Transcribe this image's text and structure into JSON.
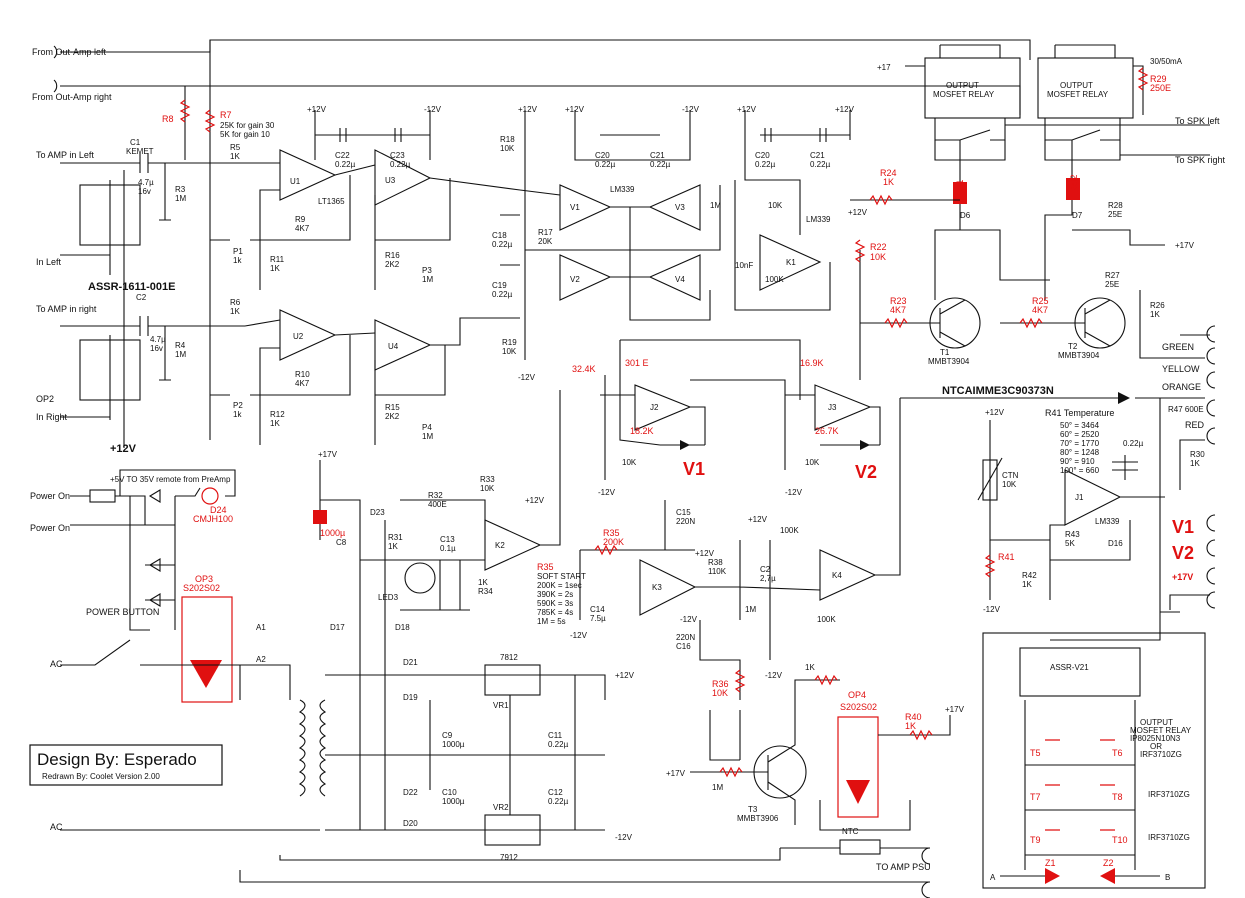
{
  "inputs": {
    "out_amp_left": "From Out-Amp left",
    "out_amp_right": "From Out-Amp right",
    "to_amp_in_left": "To AMP in Left",
    "to_amp_in_right": "To AMP in right",
    "in_left": "In Left",
    "in_right": "In Right",
    "op2": "OP2",
    "ac_top": "AC",
    "ac_bottom": "AC",
    "power_on_1": "Power On",
    "power_on_2": "Power On",
    "remote": "+5V TO 35V  remote from PreAmp",
    "power_button": "POWER BUTTON"
  },
  "outputs": {
    "spk_left": "To SPK left",
    "spk_right": "To SPK right",
    "green": "GREEN",
    "yellow": "YELLOW",
    "orange": "ORANGE",
    "red": "RED",
    "to_amp_psu": "TO AMP PSU",
    "v1": "V1",
    "v2": "V2",
    "p17": "+17V"
  },
  "labels": {
    "assr_top": "ASSR-1611-001E",
    "kemet": "KEMET",
    "plus12": "+12V",
    "minus12": "-12V",
    "plus17": "+17V",
    "relay1": "OUTPUT\nMOSFET RELAY",
    "relay2": "OUTPUT\nMOSFET RELAY",
    "relay_current": "30/50mA",
    "ntc_sensor": "NTCAIMME3C90373N",
    "r41_temp_title": "R41 Temperature",
    "r41_temp": [
      "50° = 3464",
      "60° = 2520",
      "70° = 1770",
      "80° = 1248",
      "90° = 910",
      "100° = 660"
    ],
    "soft_start_title": "SOFT START",
    "soft_start": [
      "200K = 1sec",
      "390K = 2s",
      "590K = 3s",
      "785K = 4s",
      "1M = 5s"
    ],
    "r7_note_1": "25K for gain 30",
    "r7_note_2": "5K for gain 10",
    "v1_big": "V1",
    "v2_big": "V2",
    "v1_side": "V1",
    "v2_side": "V2",
    "p17_side": "+17V",
    "reg_pos": "7812",
    "reg_neg": "7912",
    "vr1": "VR1",
    "vr2": "VR2",
    "mosfet_relay_box": [
      "OUTPUT",
      "MOSFET RELAY",
      "IP8025N10N3",
      "OR",
      "IRF3710ZG"
    ],
    "assr_v21": "ASSR-V21",
    "irf_1": "IRF3710ZG",
    "irf_2": "IRF3710ZG",
    "ntc": "NTC"
  },
  "components": {
    "r3": "R3\n1M",
    "r4": "R4\n1M",
    "r5": "R5\n1K",
    "r6": "R6\n1K",
    "r9": "R9\n4K7",
    "r10": "R10\n4K7",
    "r11": "R11\n1K",
    "r12": "R12\n1K",
    "r16": "R16\n2K2",
    "r15": "R15\n2K2",
    "r17": "R17\n20K",
    "r18": "R18\n10K",
    "r19": "R19\n10K",
    "r22": "R22\n10K",
    "r23": "R23\n4K7",
    "r24": "R24\n1K",
    "r25": "R25\n4K7",
    "r26": "R26\n1K",
    "r27": "R27\n25E",
    "r28": "R28\n25E",
    "r29": "R29\n250E",
    "r30": "R30\n1K",
    "r31": "R31\n1K",
    "r32": "R32\n400E",
    "r33": "R33\n10K",
    "r34": "1K\nR34",
    "r35": "R35\n200K",
    "r36": "R36\n10K",
    "r38": "R38\n110K",
    "r40": "R40\n1K",
    "r42": "R42\n1K",
    "r43": "R43\n5K",
    "r47": "R47  600E"
  }
}
